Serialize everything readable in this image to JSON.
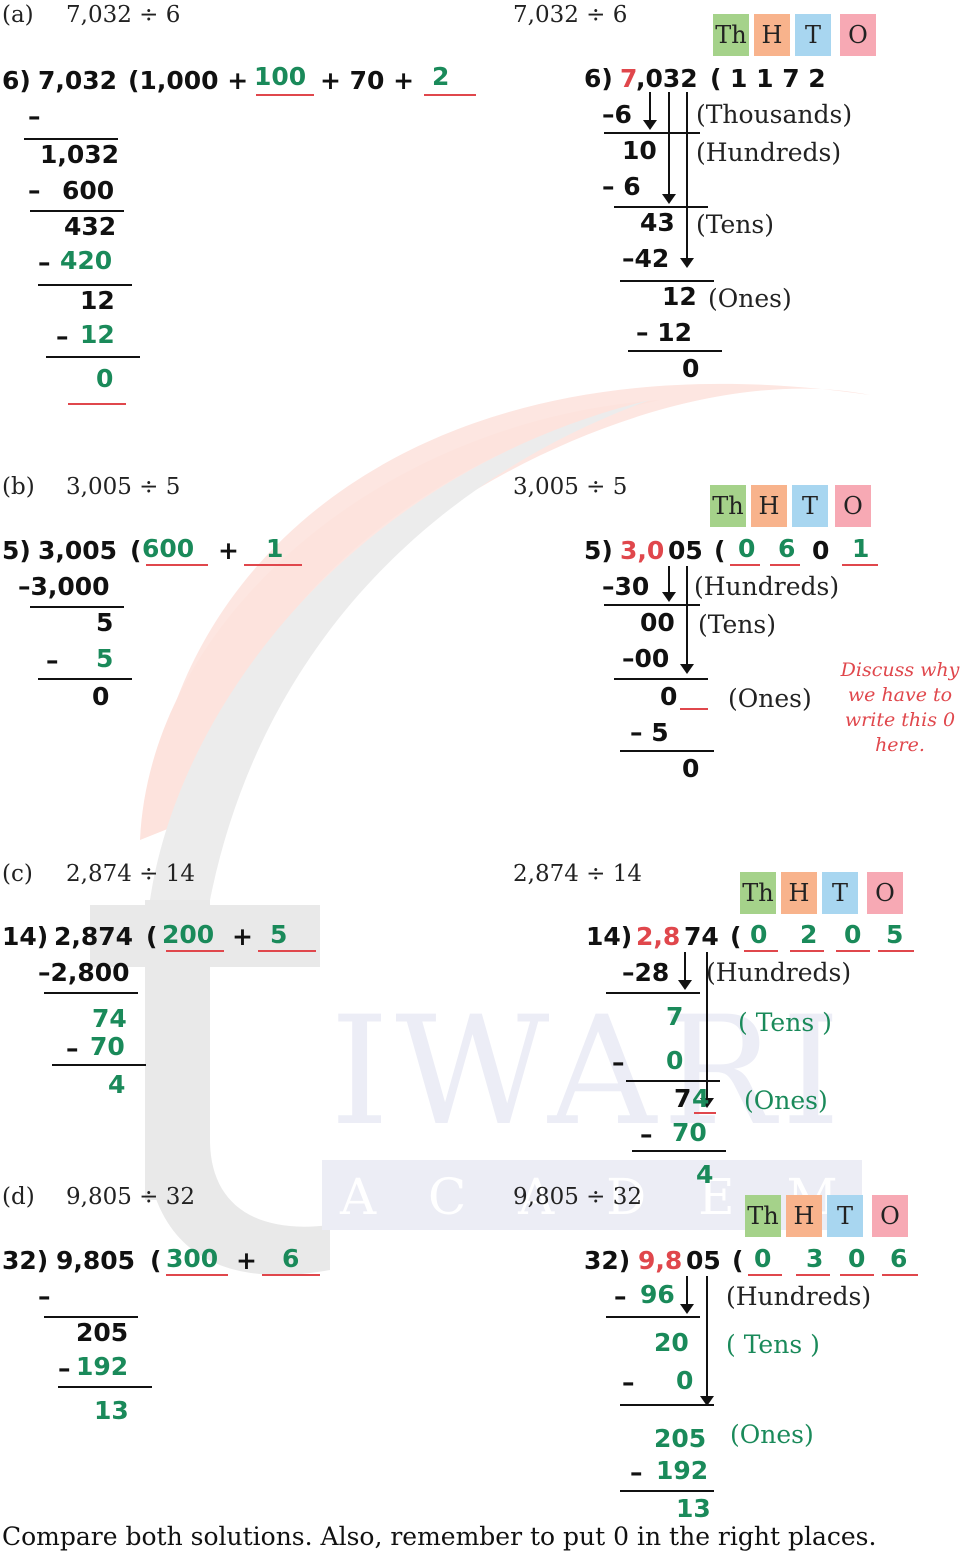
{
  "watermark": {
    "word": "IWARI",
    "sub": "A C A D E M Y",
    "letter": "t"
  },
  "a": {
    "letter": "(a)",
    "expr": "7,032 ÷ 6",
    "expr_r": "7,032 ÷ 6",
    "div": "6)",
    "dividend": "7,032",
    "open": "(1,000 +",
    "q2": "100",
    "plus2": "+ 70 +",
    "q4": "2",
    "minus1": "–",
    "r1": "1,032",
    "minus2": "–",
    "s2": "600",
    "r2": "432",
    "minus3": "–",
    "s3": "420",
    "r3": "12",
    "minus4": "–",
    "s4": "12",
    "r4": "0",
    "rd": "6)",
    "rd1": "7",
    "rd2": ",032",
    "ropen": "(",
    "rq": "1   1   7   2",
    "rs1": "–6",
    "rr1": "10",
    "rs2": "–  6",
    "rr2": "43",
    "rs3": "–42",
    "rr3": "12",
    "rs4": "– 12",
    "rr4": "0",
    "l1": "(Thousands)",
    "l2": "(Hundreds)",
    "l3": "(Tens)",
    "l4": "(Ones)"
  },
  "b": {
    "letter": "(b)",
    "expr": "3,005 ÷ 5",
    "expr_r": "3,005 ÷ 5",
    "div": "5)",
    "dividend": "3,005",
    "open": "(",
    "q1": "600",
    "plus": "+",
    "q2": "1",
    "s1": "–3,000",
    "r1": "5",
    "minus2": "–",
    "s2": "5",
    "r2": "0",
    "rd": "5)",
    "rd1": "3,0",
    "rd2": "05",
    "ropen": "(",
    "q_a": "0",
    "q_b": "6",
    "q_c": "0",
    "q_d": "1",
    "rs1": "–30",
    "rr1": "00",
    "rs2": "–00",
    "rr2": "0",
    "rs3": "–   5",
    "rr3": "0",
    "l1": "(Hundreds)",
    "l2": "(Tens)",
    "l3": "(Ones)",
    "note": [
      "Discuss why",
      "we have to",
      "write this 0",
      "here."
    ]
  },
  "c": {
    "letter": "(c)",
    "expr": "2,874 ÷ 14",
    "expr_r": "2,874 ÷ 14",
    "div": "14)",
    "dividend": "2,874",
    "open": "(",
    "q1": "200",
    "plus": "+",
    "q2": "5",
    "s1": "–2,800",
    "r1": "74",
    "minus2": "–",
    "s2": "70",
    "r2": "4",
    "rd": "14)",
    "rd1": "2,8",
    "rd2": "74",
    "ropen": "(",
    "q_a": "0",
    "q_b": "2",
    "q_c": "0",
    "q_d": "5",
    "rs1": "–28",
    "rr1": "7",
    "rs2m": "–",
    "rs2": "0",
    "rr2a": "7",
    "rr2b": "4",
    "rs3m": "–",
    "rs3": "70",
    "rr3": "4",
    "l1": "(Hundreds)",
    "l2": "( Tens )",
    "l3": "(Ones)"
  },
  "d": {
    "letter": "(d)",
    "expr": "9,805 ÷ 32",
    "expr_r": "9,805 ÷ 32",
    "div": "32)",
    "dividend": "9,805",
    "open": "(",
    "q1": "300",
    "plus": "+",
    "q2": "6",
    "minus1": "–",
    "r1": "205",
    "minus2": "–",
    "s2": "192",
    "r2": "13",
    "rd": "32)",
    "rd1": "9,8",
    "rd2": "05",
    "ropen": "(",
    "q_a": "0",
    "q_b": "3",
    "q_c": "0",
    "q_d": "6",
    "rs1m": "–",
    "rs1": "96",
    "rr1": "20",
    "rs2m": "–",
    "rs2": "0",
    "rr2": "205",
    "rs3m": "–",
    "rs3": "192",
    "rr3": "13",
    "l1": "(Hundreds)",
    "l2": "( Tens )",
    "l3": "(Ones)"
  },
  "place": {
    "th": "Th",
    "h": "H",
    "t": "T",
    "o": "O"
  },
  "footer": "Compare both solutions. Also, remember to put 0 in the right places.",
  "colors": {
    "green": "#1a8a5a",
    "red": "#e0474c",
    "th": "#a5d28a",
    "h": "#f8b38c",
    "t": "#a8d6f0",
    "o": "#f7a9b4"
  }
}
